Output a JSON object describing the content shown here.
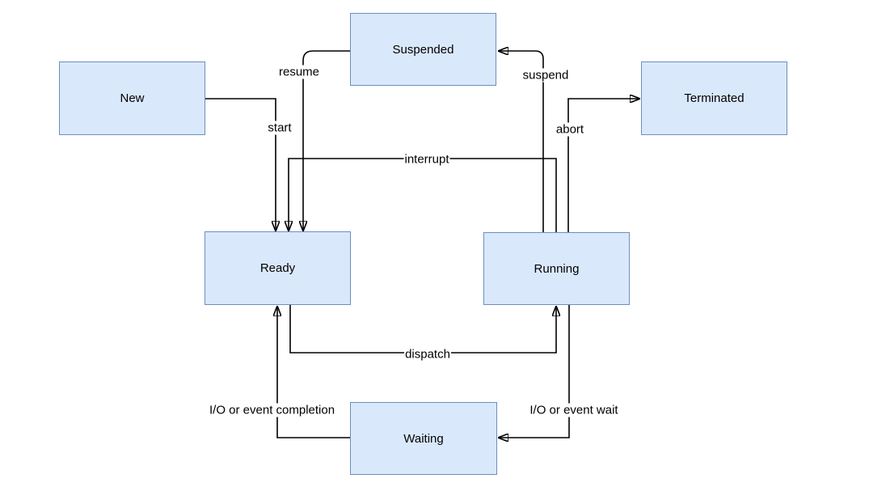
{
  "diagram": {
    "type": "state-diagram",
    "colors": {
      "node_fill": "#dae8fc",
      "node_stroke": "#6c8ebf",
      "edge_color": "#000000",
      "background": "#ffffff",
      "label_background": "#ffffff"
    },
    "nodes": [
      {
        "id": "new",
        "label": "New"
      },
      {
        "id": "suspended",
        "label": "Suspended"
      },
      {
        "id": "terminated",
        "label": "Terminated"
      },
      {
        "id": "ready",
        "label": "Ready"
      },
      {
        "id": "running",
        "label": "Running"
      },
      {
        "id": "waiting",
        "label": "Waiting"
      }
    ],
    "edges": [
      {
        "label": "start",
        "from": "New",
        "to": "Ready"
      },
      {
        "label": "resume",
        "from": "Suspended",
        "to": "Ready"
      },
      {
        "label": "suspend",
        "from": "Running",
        "to": "Suspended"
      },
      {
        "label": "abort",
        "from": "Running",
        "to": "Terminated"
      },
      {
        "label": "interrupt",
        "from": "Running",
        "to": "Ready"
      },
      {
        "label": "dispatch",
        "from": "Ready",
        "to": "Running"
      },
      {
        "label": "I/O or event wait",
        "from": "Running",
        "to": "Waiting"
      },
      {
        "label": "I/O or event completion",
        "from": "Waiting",
        "to": "Ready"
      }
    ]
  }
}
